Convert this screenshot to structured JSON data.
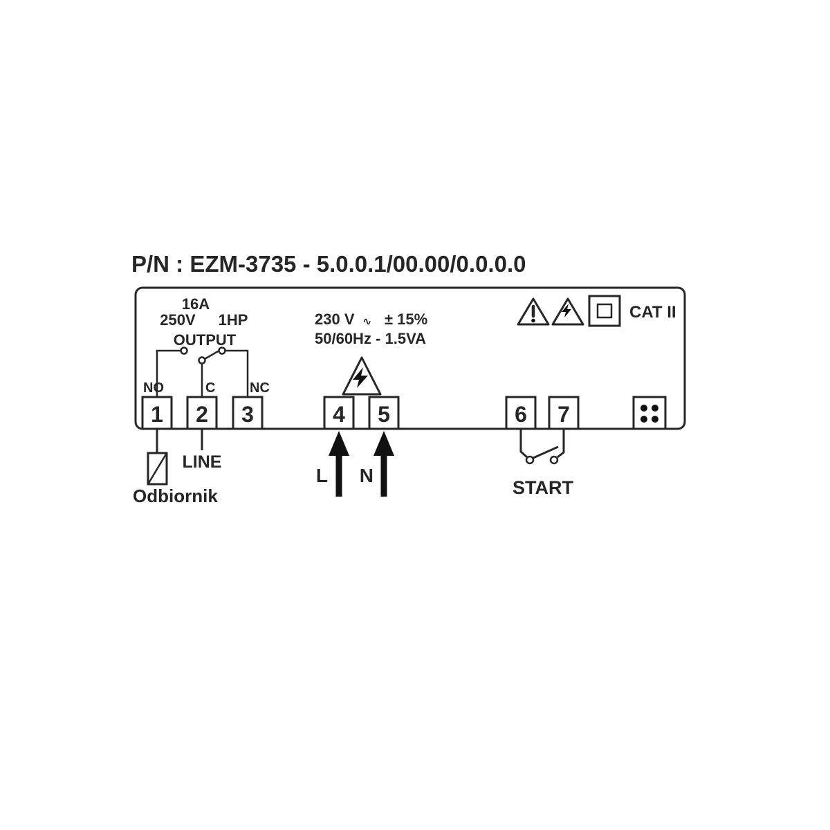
{
  "title": "P/N : EZM-3735 - 5.0.0.1/00.00/0.0.0.0",
  "panel": {
    "relay": {
      "current": "16A",
      "voltage": "250V",
      "horsepower": "1HP",
      "output_label": "OUTPUT",
      "contact_no": "NO",
      "contact_c": "C",
      "contact_nc": "NC"
    },
    "supply": {
      "voltage": "230 V",
      "ac_symbol": "∿",
      "tolerance": "± 15%",
      "frequency_power": "50/60Hz - 1.5VA"
    },
    "safety": {
      "category_label": "CAT II"
    },
    "terminals": [
      "1",
      "2",
      "3",
      "4",
      "5",
      "6",
      "7"
    ]
  },
  "external": {
    "load_label": "Odbiornik",
    "line_label": "LINE",
    "live_label": "L",
    "neutral_label": "N",
    "start_label": "START"
  },
  "colors": {
    "ink": "#262626",
    "background": "#ffffff"
  }
}
